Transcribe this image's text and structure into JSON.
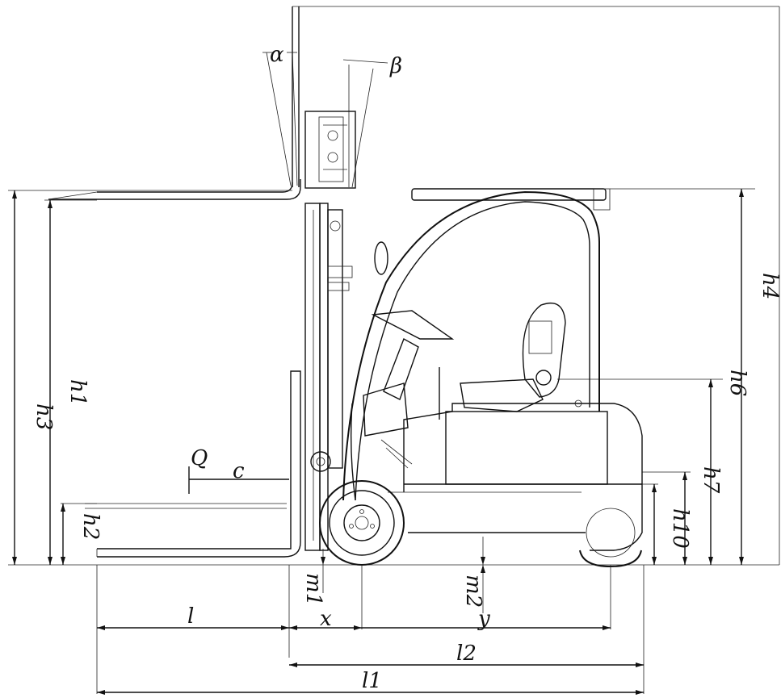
{
  "diagram": {
    "labels": {
      "alpha": "α",
      "beta": "β",
      "h1": "h1",
      "h2": "h2",
      "h3": "h3",
      "h4": "h4",
      "h6": "h6",
      "h7": "h7",
      "h10": "h10",
      "Q": "Q",
      "c": "c",
      "l": "l",
      "x": "x",
      "y": "y",
      "m1": "m1",
      "m2": "m2",
      "l1": "l1",
      "l2": "l2"
    }
  },
  "colors": {
    "line": "#111111",
    "background": "#ffffff"
  }
}
